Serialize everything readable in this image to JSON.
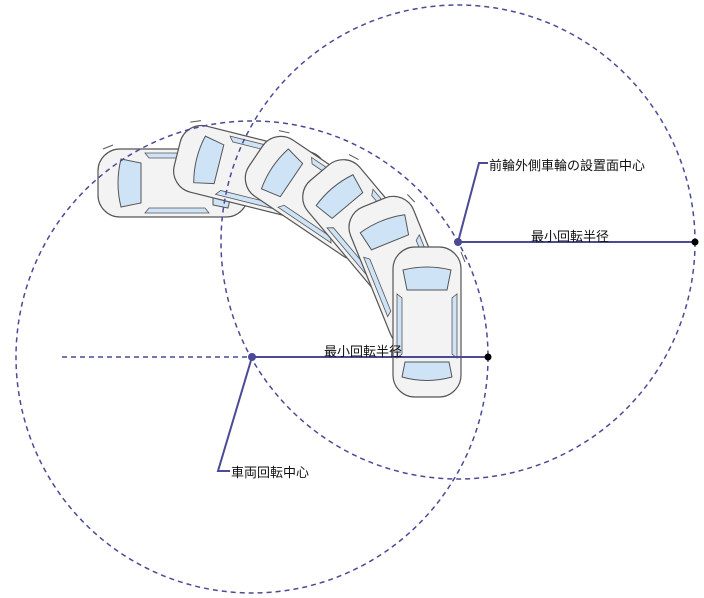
{
  "labels": {
    "front_wheel_contact_center": "前輪外側車輪の設置面中心",
    "min_turning_radius_outer": "最小回転半径",
    "min_turning_radius_inner": "最小回転半径",
    "vehicle_turning_center": "車両回転中心"
  },
  "colors": {
    "line": "#4a4a96",
    "car_body": "#f3f3f3",
    "car_glass": "#cfe3f7",
    "car_outline": "#555555"
  }
}
